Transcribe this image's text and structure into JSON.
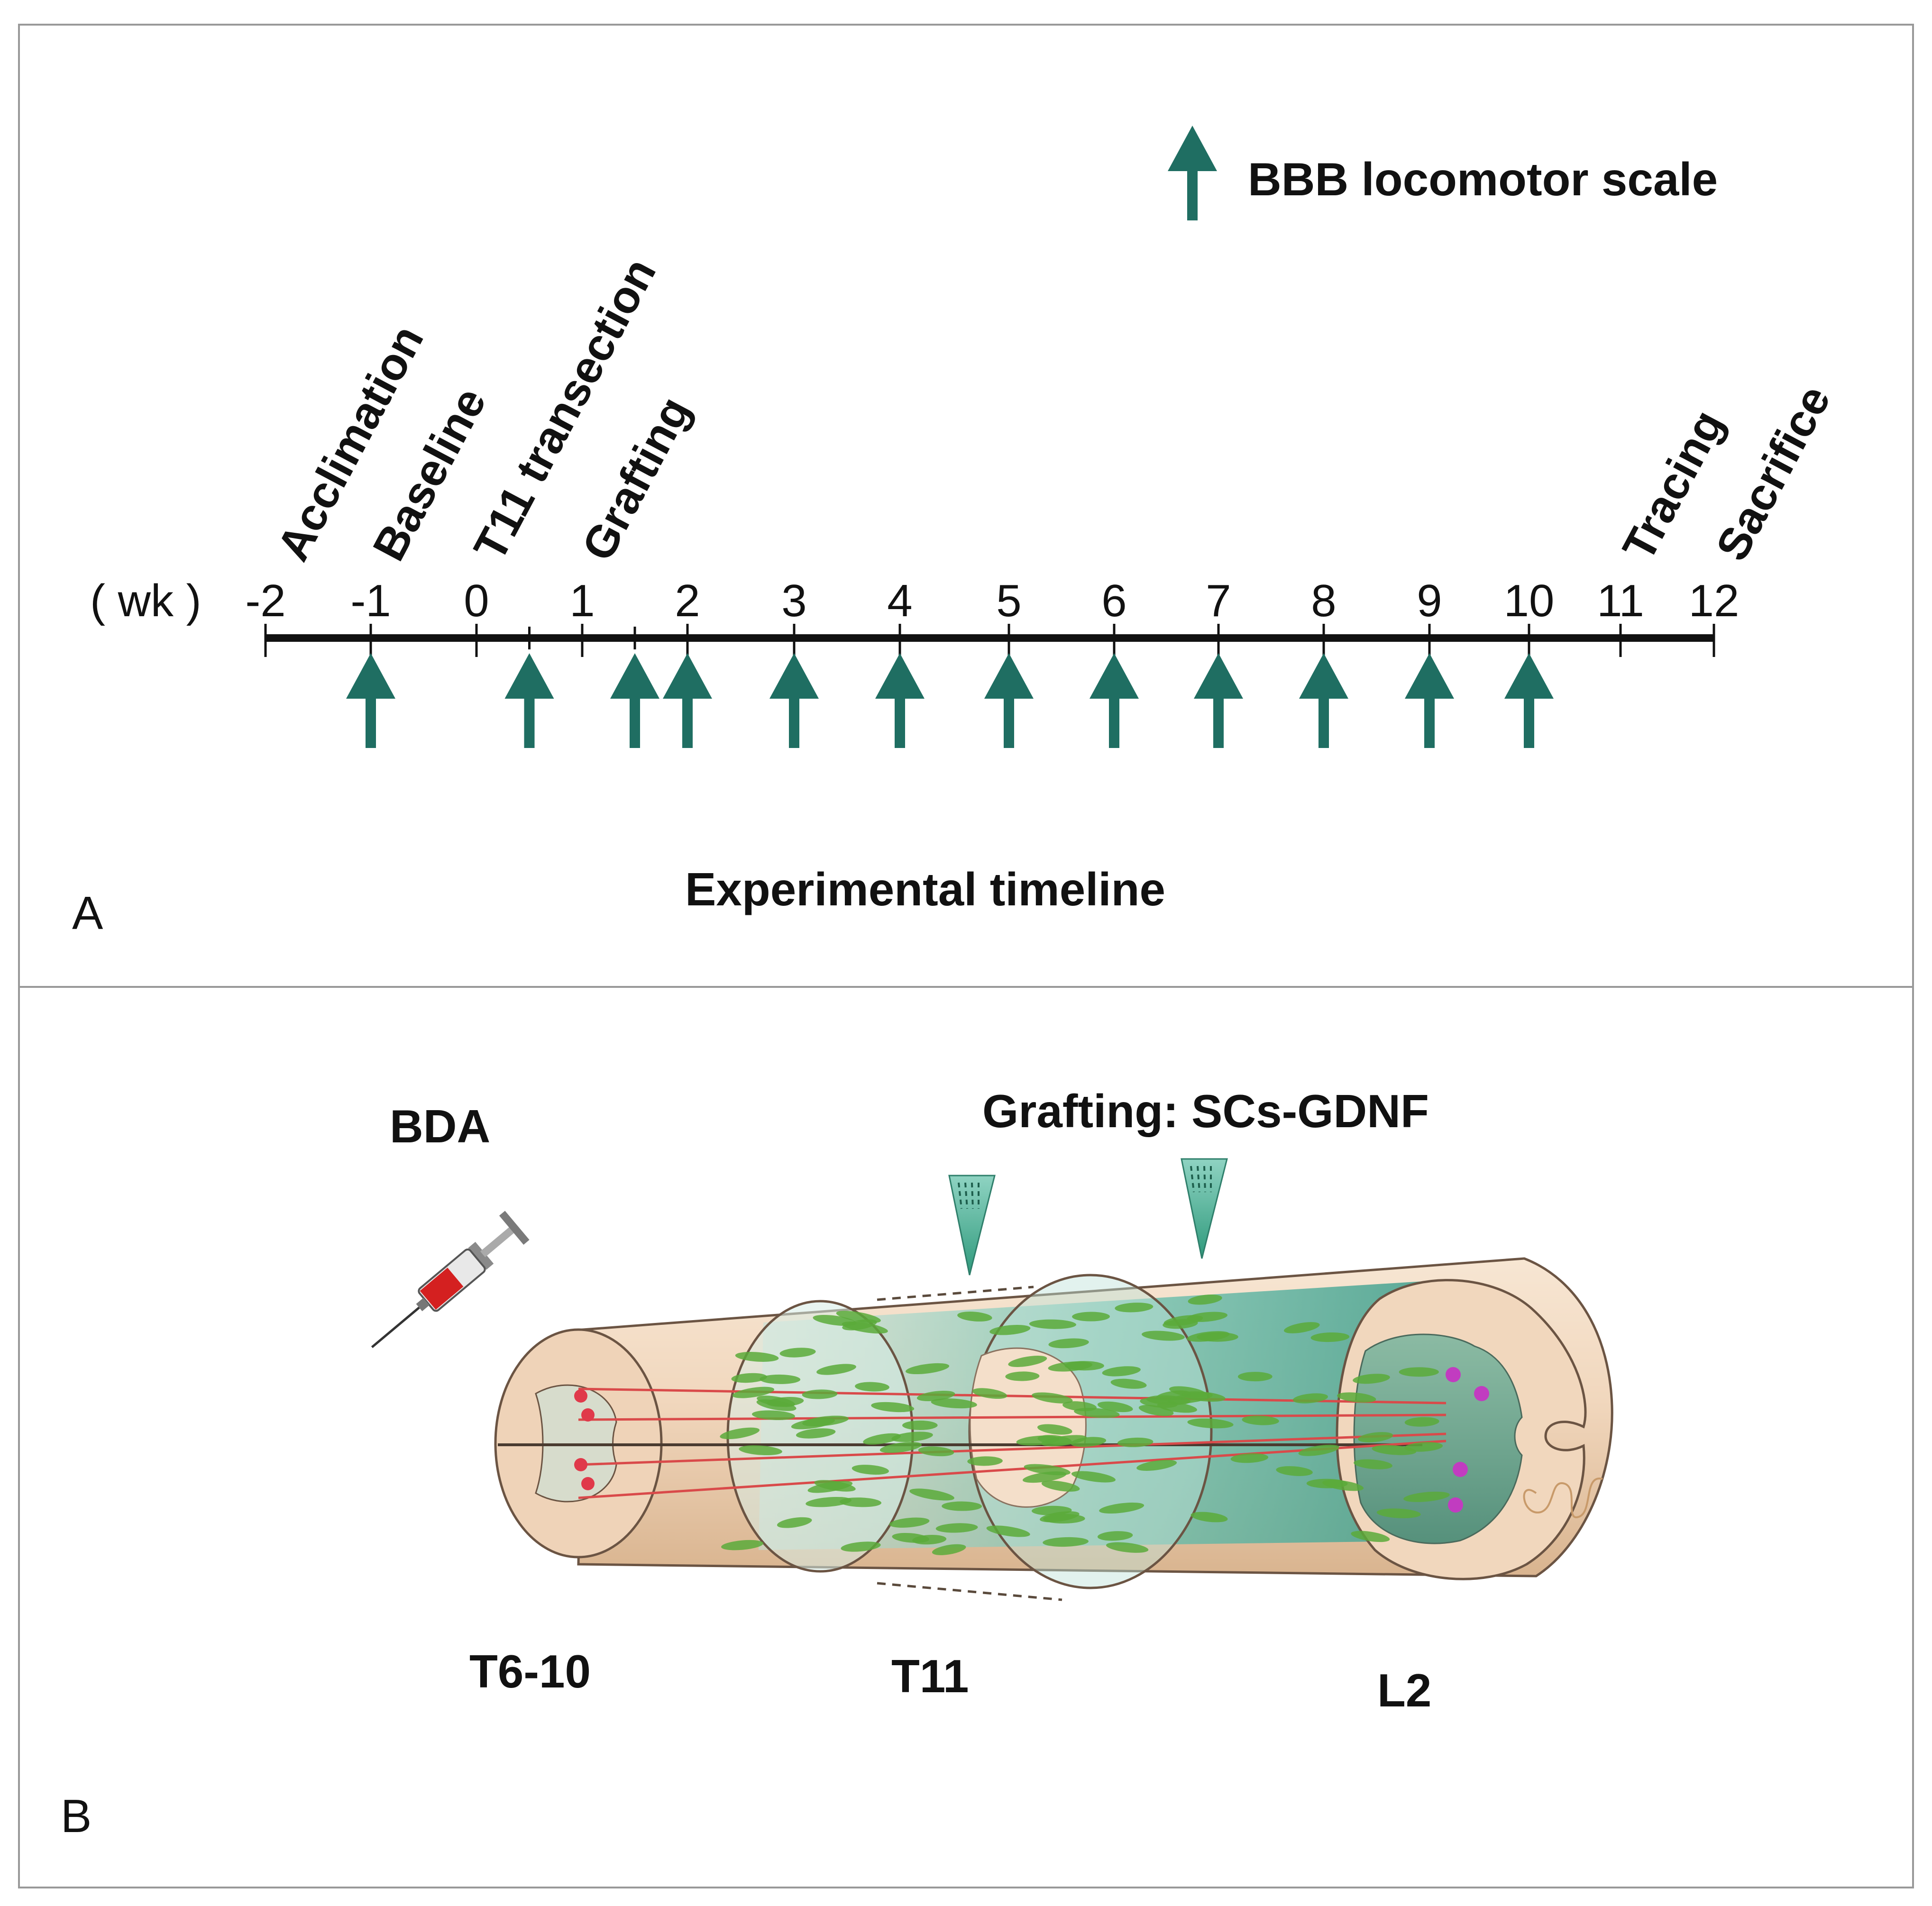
{
  "panel_a": {
    "label": "A",
    "title": "Experimental timeline",
    "legend": {
      "icon": "up-arrow-icon",
      "label": "BBB locomotor scale"
    },
    "axis": {
      "unit": "( wk )",
      "ticks": [
        "-2",
        "-1",
        "0",
        "1",
        "2",
        "3",
        "4",
        "5",
        "6",
        "7",
        "8",
        "9",
        "10",
        "11",
        "12"
      ],
      "tick_values": [
        -2,
        -1,
        0,
        1,
        2,
        3,
        4,
        5,
        6,
        7,
        8,
        9,
        10,
        11,
        12
      ],
      "minor_tick_values": [
        0.5,
        1.5
      ]
    },
    "events": [
      {
        "label": "Acclimation",
        "week": -2
      },
      {
        "label": "Baseline",
        "week": -1
      },
      {
        "label": "T11 transection",
        "week": 0
      },
      {
        "label": "Grafting",
        "week": 1
      },
      {
        "label": "Tracing",
        "week": 11
      },
      {
        "label": "Sacrifice",
        "week": 12
      }
    ],
    "bbb_arrow_weeks": [
      -1,
      0.5,
      1.5,
      2,
      3,
      4,
      5,
      6,
      7,
      8,
      9,
      10
    ],
    "colors": {
      "arrow": "#1f6e62",
      "axis": "#111111"
    }
  },
  "panel_b": {
    "label": "B",
    "injection_label": "BDA",
    "grafting_label": "Grafting: SCs-GDNF",
    "segment_labels": [
      "T6-10",
      "T11",
      "L2"
    ],
    "colors": {
      "cord_tissue": "#f1d7bd",
      "cord_shadow": "#d4ad86",
      "graft_teal": "#4fb6a3",
      "schwann_cells": "#5aaa3a",
      "axons": "#d94a4a",
      "neurons_red": "#e0394a",
      "neurons_magenta": "#c13cc0",
      "syringe_red": "#d42020"
    }
  }
}
